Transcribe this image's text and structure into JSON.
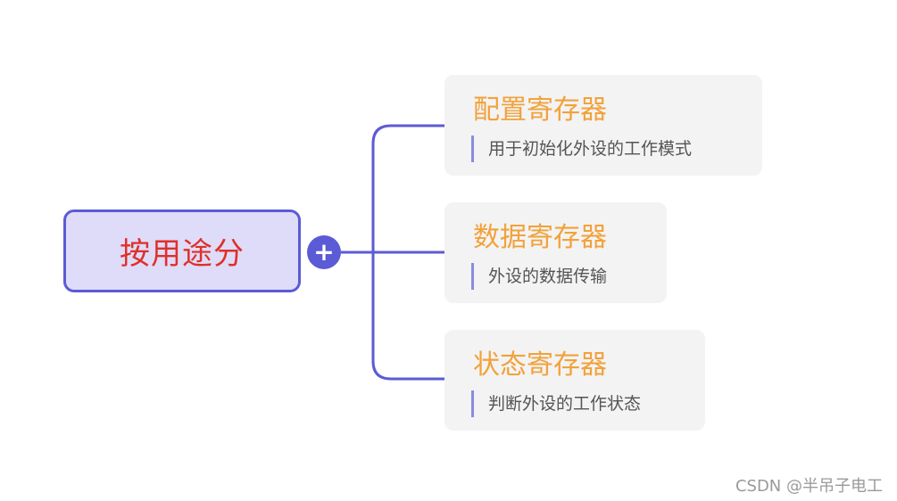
{
  "mindmap": {
    "root": {
      "label": "按用途分",
      "expand_symbol": "+"
    },
    "children": [
      {
        "title": "配置寄存器",
        "note": "用于初始化外设的工作模式"
      },
      {
        "title": "数据寄存器",
        "note": "外设的数据传输"
      },
      {
        "title": "状态寄存器",
        "note": "判断外设的工作状态"
      }
    ]
  },
  "watermark": "CSDN @半吊子电工",
  "colors": {
    "connector": "#5b5bd6",
    "root_fill": "#dedcf8",
    "root_text": "#e0302a",
    "child_title": "#f2a23a",
    "child_fill": "#f3f3f3",
    "note_bar": "#8b8be0"
  }
}
